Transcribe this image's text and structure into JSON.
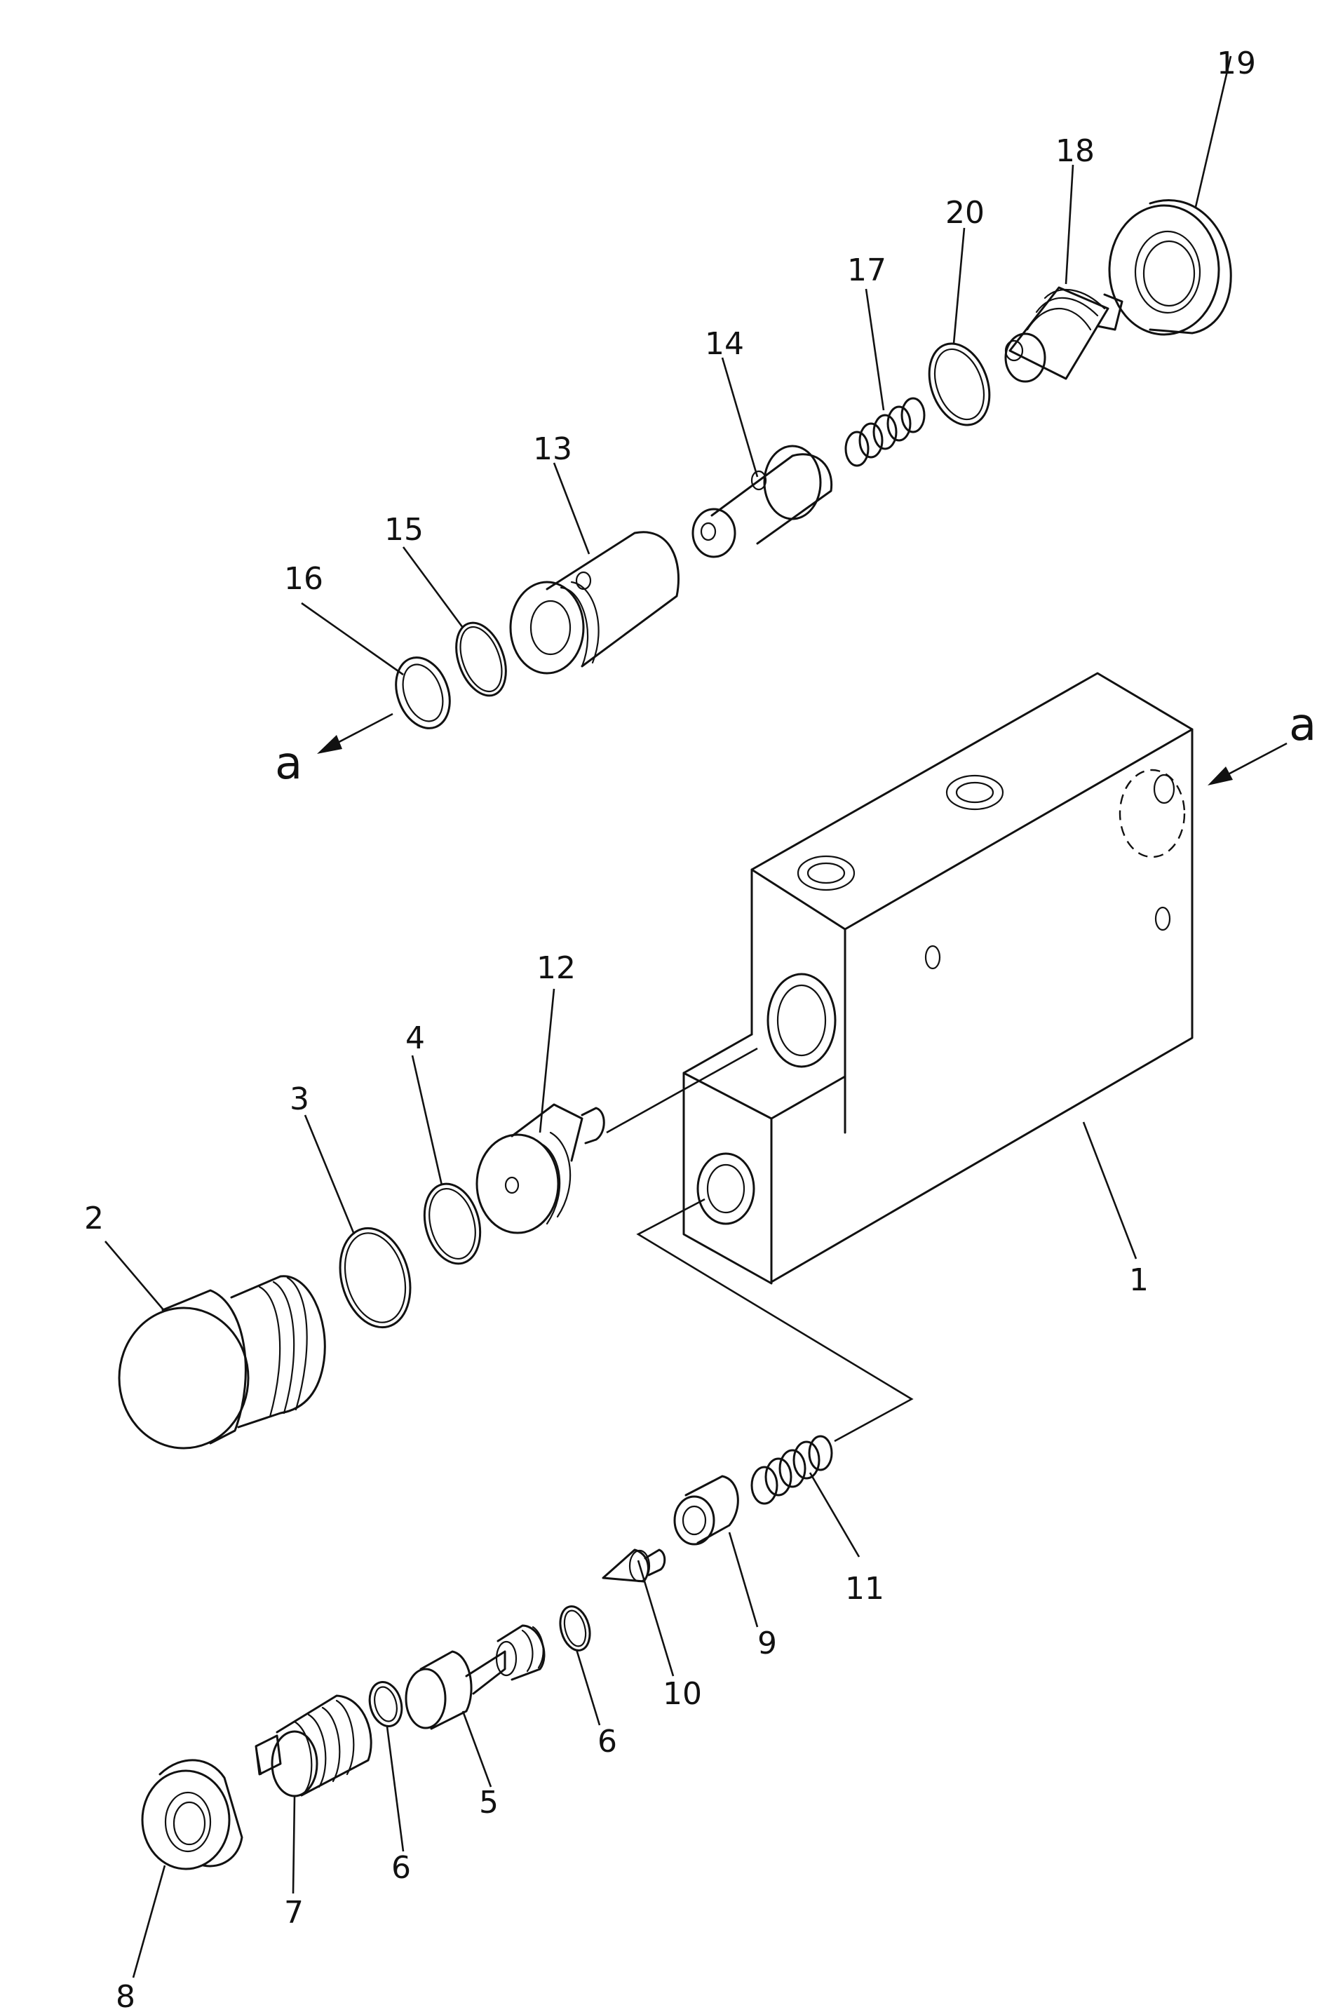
{
  "callouts": {
    "c1": "1",
    "c2": "2",
    "c3": "3",
    "c4": "4",
    "c5": "5",
    "c6a": "6",
    "c6b": "6",
    "c7": "7",
    "c8": "8",
    "c9": "9",
    "c10": "10",
    "c11": "11",
    "c12": "12",
    "c13": "13",
    "c14": "14",
    "c15": "15",
    "c16": "16",
    "c17": "17",
    "c18": "18",
    "c19": "19",
    "c20": "20"
  },
  "view_markers": {
    "left": "a",
    "right": "a"
  }
}
